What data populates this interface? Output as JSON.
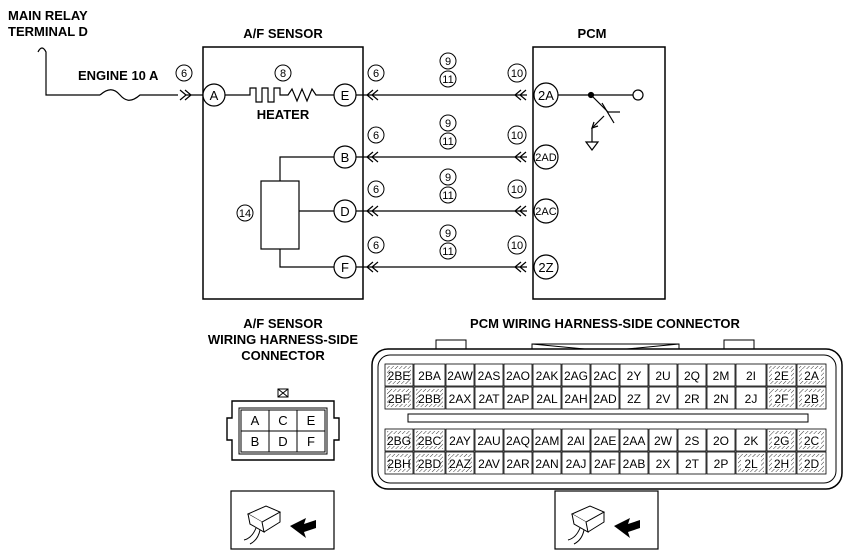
{
  "labels": {
    "main_relay_line1": "MAIN RELAY",
    "main_relay_line2": "TERMINAL D",
    "af_sensor_title": "A/F SENSOR",
    "pcm_title": "PCM",
    "engine_fuse": "ENGINE 10 A",
    "heater": "HEATER",
    "af_conn_title_1": "A/F SENSOR",
    "af_conn_title_2": "WIRING HARNESS-SIDE",
    "af_conn_title_3": "CONNECTOR",
    "pcm_conn_title": "PCM WIRING HARNESS-SIDE CONNECTOR"
  },
  "callouts": {
    "c6": "6",
    "c8": "8",
    "c9": "9",
    "c10": "10",
    "c11": "11",
    "c14": "14"
  },
  "af_terminals": [
    "A",
    "E",
    "B",
    "D",
    "F"
  ],
  "pcm_terminals": [
    "2A",
    "2AD",
    "2AC",
    "2Z"
  ],
  "af_connector": {
    "row1": [
      "A",
      "C",
      "E"
    ],
    "row2": [
      "B",
      "D",
      "F"
    ]
  },
  "pcm_connector": {
    "row1": [
      "2BE",
      "2BA",
      "2AW",
      "2AS",
      "2AO",
      "2AK",
      "2AG",
      "2AC",
      "2Y",
      "2U",
      "2Q",
      "2M",
      "2I",
      "2E",
      "2A"
    ],
    "row2": [
      "2BF",
      "2BB",
      "2AX",
      "2AT",
      "2AP",
      "2AL",
      "2AH",
      "2AD",
      "2Z",
      "2V",
      "2R",
      "2N",
      "2J",
      "2F",
      "2B"
    ],
    "row3": [
      "2BG",
      "2BC",
      "2AY",
      "2AU",
      "2AQ",
      "2AM",
      "2AI",
      "2AE",
      "2AA",
      "2W",
      "2S",
      "2O",
      "2K",
      "2G",
      "2C"
    ],
    "row4": [
      "2BH",
      "2BD",
      "2AZ",
      "2AV",
      "2AR",
      "2AN",
      "2AJ",
      "2AF",
      "2AB",
      "2X",
      "2T",
      "2P",
      "2L",
      "2H",
      "2D"
    ]
  }
}
